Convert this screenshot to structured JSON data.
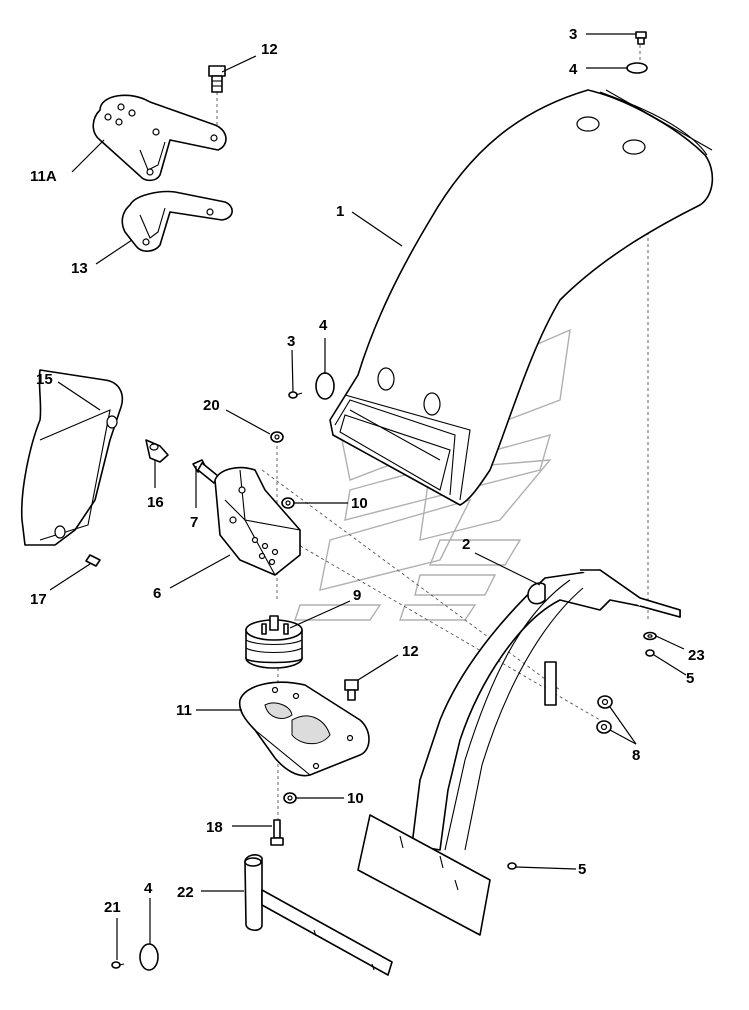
{
  "callouts": {
    "c1": "1",
    "c2": "2",
    "c3_top": "3",
    "c3_mid": "3",
    "c4_top": "4",
    "c4_mid": "4",
    "c4_bottom": "4",
    "c5_upper": "5",
    "c5_lower": "5",
    "c6": "6",
    "c7": "7",
    "c8": "8",
    "c9": "9",
    "c10_upper": "10",
    "c10_lower": "10",
    "c11": "11",
    "c11a": "11A",
    "c12_top": "12",
    "c12_mid": "12",
    "c13": "13",
    "c15": "15",
    "c16": "16",
    "c17": "17",
    "c18": "18",
    "c20": "20",
    "c21": "21",
    "c22": "22",
    "c23": "23"
  }
}
